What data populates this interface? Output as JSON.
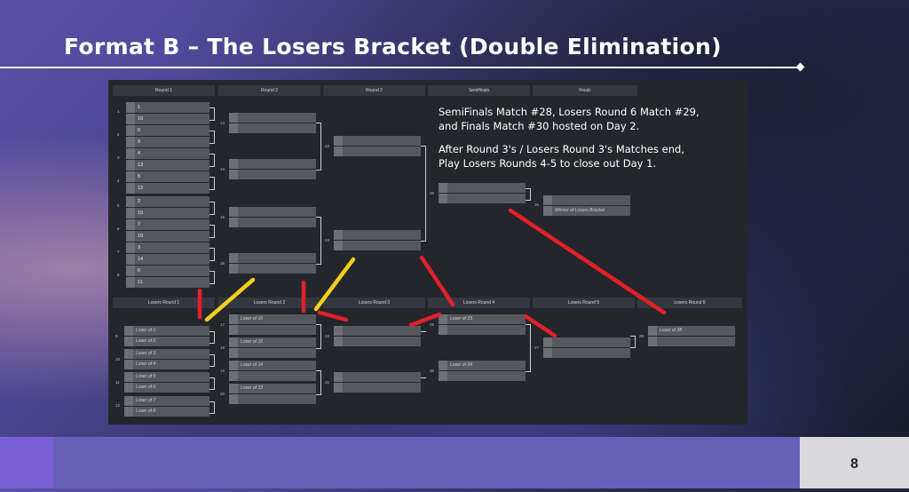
{
  "slide": {
    "title": "Format B – The Losers Bracket (Double Elimination)",
    "page_number": "8"
  },
  "colors": {
    "annotation_red": "#e0202a",
    "annotation_yellow": "#f2cf1e",
    "accent": "#6660b8"
  },
  "bracket": {
    "headers": {
      "round1": "Round 1",
      "round2": "Round 2",
      "round3": "Round 3",
      "semifinals": "Semifinals",
      "finals": "Finals",
      "lr1": "Losers Round 1",
      "lr2": "Losers Round 2",
      "lr3": "Losers Round 3",
      "lr4": "Losers Round 4",
      "lr5": "Losers Round 5",
      "lr6": "Losers Round 6"
    },
    "round1_seeds": [
      "1",
      "16",
      "8",
      "9",
      "4",
      "13",
      "5",
      "12",
      "2",
      "15",
      "7",
      "10",
      "3",
      "14",
      "6",
      "11"
    ],
    "round1_match_numbers": [
      "1",
      "2",
      "3",
      "4",
      "5",
      "6",
      "7",
      "8"
    ],
    "round2_match_numbers": [
      "13",
      "14",
      "15",
      "16"
    ],
    "round3_match_numbers": [
      "23",
      "24"
    ],
    "semifinal_match_number": "28",
    "final_match_number": "30",
    "final_slot_label": "Winner of Losers Bracket",
    "lr1_match_numbers": [
      "9",
      "10",
      "11",
      "12"
    ],
    "lr1_labels": [
      "Loser of 1",
      "Loser of 2",
      "Loser of 3",
      "Loser of 4",
      "Loser of 5",
      "Loser of 6",
      "Loser of 7",
      "Loser of 8"
    ],
    "lr2_match_numbers": [
      "17",
      "18",
      "19",
      "20"
    ],
    "lr2_labels": [
      "Loser of 16",
      "Loser of 15",
      "Loser of 14",
      "Loser of 13"
    ],
    "lr3_match_numbers": [
      "22",
      "21"
    ],
    "lr4_match_numbers": [
      "25",
      "26"
    ],
    "lr4_labels": [
      "Loser of 23",
      "Loser of 24"
    ],
    "lr5_match_number": "27",
    "lr6_match_number": "29",
    "lr6_label": "Loser of 28",
    "note_line1": "SemiFinals Match #28, Losers Round 6 Match #29, and Finals Match #30 hosted on Day 2.",
    "note_line2": "After Round 3's / Losers Round 3's Matches end, Play Losers Rounds 4-5 to close out Day 1."
  }
}
